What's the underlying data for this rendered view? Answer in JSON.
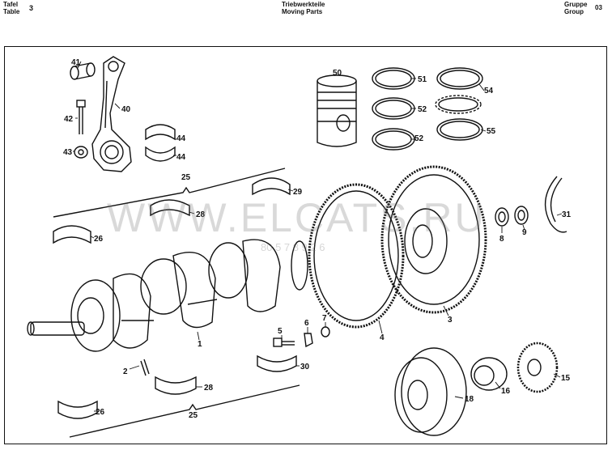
{
  "header": {
    "left_line1": "Tafel",
    "left_line2": "Table",
    "table_number": "3",
    "center_line1": "Triebwerkteile",
    "center_line2": "Moving Parts",
    "right_line1": "Gruppe",
    "right_line2": "Group",
    "group_number": "03"
  },
  "watermark": {
    "text": "WWW.ELCATS.RU",
    "code": "80  5 7 8 9 2 6"
  },
  "callouts": [
    {
      "id": "c41",
      "text": "41"
    },
    {
      "id": "c40",
      "text": "40"
    },
    {
      "id": "c42",
      "text": "42"
    },
    {
      "id": "c43",
      "text": "43"
    },
    {
      "id": "c44a",
      "text": "44"
    },
    {
      "id": "c44b",
      "text": "44"
    },
    {
      "id": "c50",
      "text": "50"
    },
    {
      "id": "c51",
      "text": "51"
    },
    {
      "id": "c52a",
      "text": "52"
    },
    {
      "id": "c52b",
      "text": "52"
    },
    {
      "id": "c54",
      "text": "54"
    },
    {
      "id": "c55",
      "text": "55"
    },
    {
      "id": "c25a",
      "text": "25"
    },
    {
      "id": "c29",
      "text": "29"
    },
    {
      "id": "c28a",
      "text": "28"
    },
    {
      "id": "c26a",
      "text": "26"
    },
    {
      "id": "c8",
      "text": "8"
    },
    {
      "id": "c9",
      "text": "9"
    },
    {
      "id": "c31",
      "text": "31"
    },
    {
      "id": "c1",
      "text": "1"
    },
    {
      "id": "c2",
      "text": "2"
    },
    {
      "id": "c3",
      "text": "3"
    },
    {
      "id": "c4",
      "text": "4"
    },
    {
      "id": "c5",
      "text": "5"
    },
    {
      "id": "c6",
      "text": "6"
    },
    {
      "id": "c7",
      "text": "7"
    },
    {
      "id": "c30",
      "text": "30"
    },
    {
      "id": "c28b",
      "text": "28"
    },
    {
      "id": "c26b",
      "text": "26"
    },
    {
      "id": "c25b",
      "text": "25"
    },
    {
      "id": "c18",
      "text": "18"
    },
    {
      "id": "c16",
      "text": "16"
    },
    {
      "id": "c15",
      "text": "15"
    }
  ]
}
